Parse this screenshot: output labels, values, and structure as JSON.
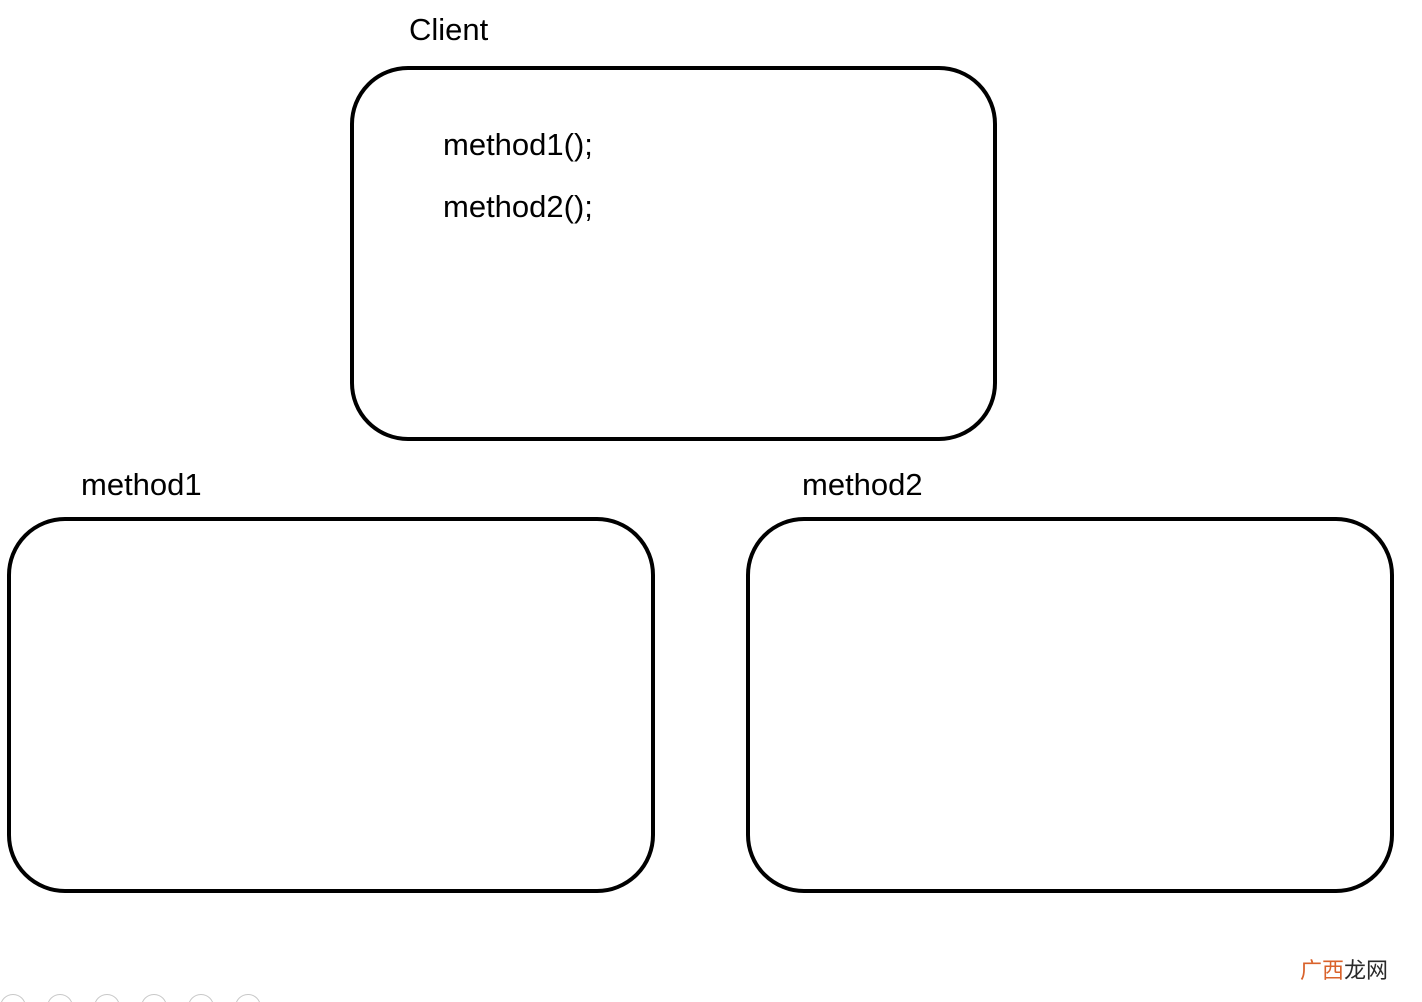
{
  "client": {
    "label": "Client",
    "calls": [
      "method1();",
      "method2();"
    ]
  },
  "method1": {
    "label": "method1"
  },
  "method2": {
    "label": "method2"
  },
  "watermark": {
    "part1": "广西",
    "part2": "龙网",
    "accent_color": "#d9622b"
  }
}
